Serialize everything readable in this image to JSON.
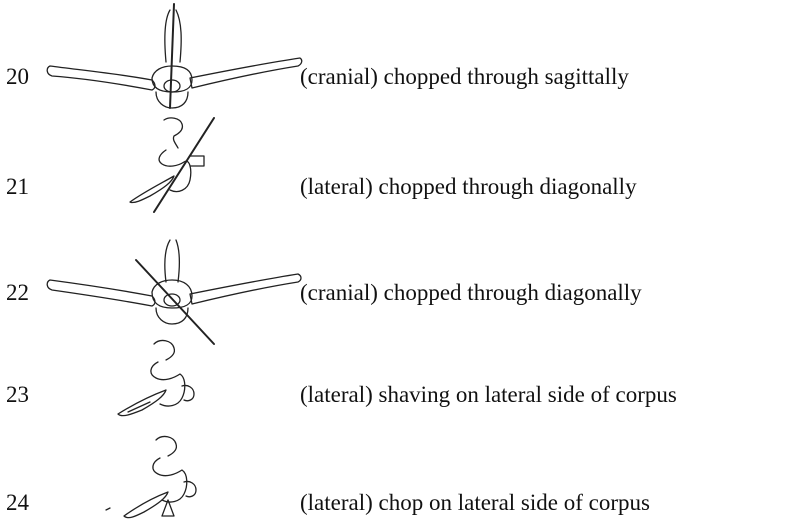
{
  "items": [
    {
      "number": "20",
      "view": "cranial",
      "description": "(cranial) chopped through sagittally",
      "figure_icon": "vertebra-cranial-sagittal-cut"
    },
    {
      "number": "21",
      "view": "lateral",
      "description": "(lateral) chopped through diagonally",
      "figure_icon": "vertebra-lateral-diagonal-cut"
    },
    {
      "number": "22",
      "view": "cranial",
      "description": "(cranial) chopped through diagonally",
      "figure_icon": "vertebra-cranial-diagonal-cut"
    },
    {
      "number": "23",
      "view": "lateral",
      "description": "(lateral) shaving on lateral side of corpus",
      "figure_icon": "vertebra-lateral-shaving"
    },
    {
      "number": "24",
      "view": "lateral",
      "description": "(lateral) chop on lateral side of corpus",
      "figure_icon": "vertebra-lateral-chop"
    }
  ]
}
